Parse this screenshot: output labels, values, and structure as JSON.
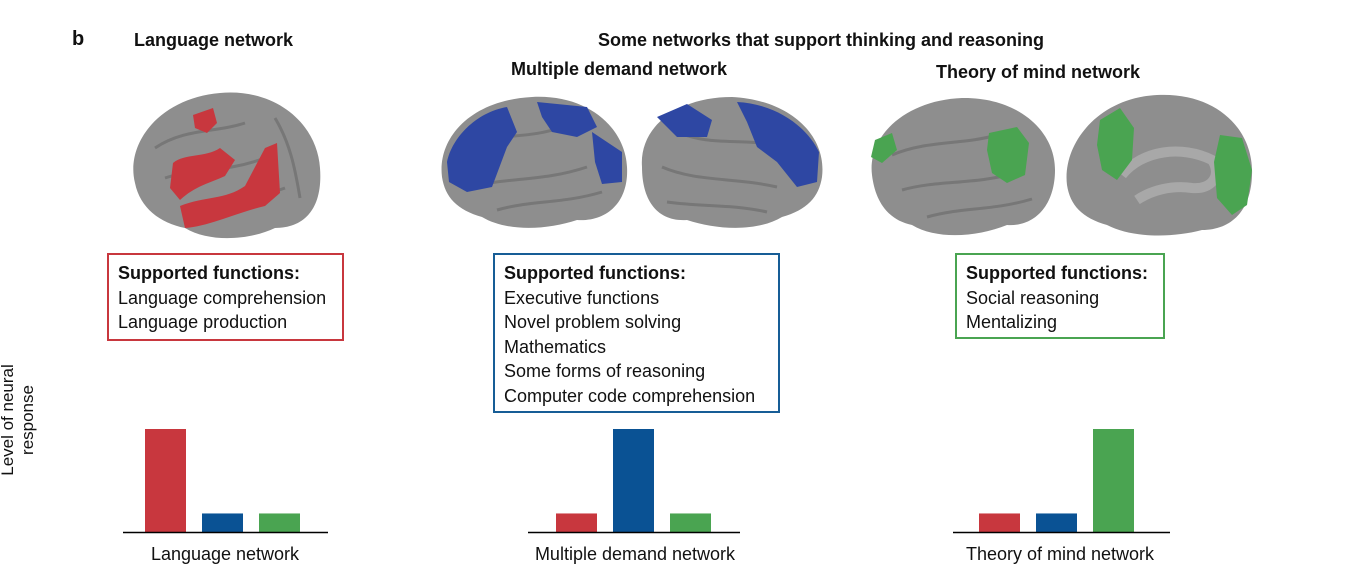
{
  "panel_letter": "b",
  "headings": {
    "language": "Language network",
    "thinking_group": "Some networks that support thinking and reasoning",
    "md": "Multiple demand network",
    "tom": "Theory of mind network"
  },
  "boxes": {
    "language": {
      "title": "Supported functions:",
      "items": [
        "Language comprehension",
        "Language production"
      ],
      "color": "#c8373e"
    },
    "md": {
      "title": "Supported functions:",
      "items": [
        "Executive functions",
        "Novel problem solving",
        "Mathematics",
        "Some forms of reasoning",
        "Computer code comprehension"
      ],
      "color": "#175d96"
    },
    "tom": {
      "title": "Supported functions:",
      "items": [
        "Social reasoning",
        "Mentalizing"
      ],
      "color": "#4aa451"
    }
  },
  "colors": {
    "language": "#c8373e",
    "md": "#0a5294",
    "tom": "#4aa451",
    "brain": "#8e8e8e"
  },
  "y_axis_label_line1": "Level of neural",
  "y_axis_label_line2": "response",
  "chart_data": [
    {
      "type": "bar",
      "xlabel": "Language network",
      "categories": [
        "Language network",
        "Multiple demand network",
        "Theory of mind network"
      ],
      "values": [
        1.0,
        0.18,
        0.18
      ],
      "ylim": [
        0,
        1
      ]
    },
    {
      "type": "bar",
      "xlabel": "Multiple demand network",
      "categories": [
        "Language network",
        "Multiple demand network",
        "Theory of mind network"
      ],
      "values": [
        0.18,
        1.0,
        0.18
      ],
      "ylim": [
        0,
        1
      ]
    },
    {
      "type": "bar",
      "xlabel": "Theory of mind network",
      "categories": [
        "Language network",
        "Multiple demand network",
        "Theory of mind network"
      ],
      "values": [
        0.18,
        0.18,
        1.0
      ],
      "ylim": [
        0,
        1
      ]
    }
  ]
}
